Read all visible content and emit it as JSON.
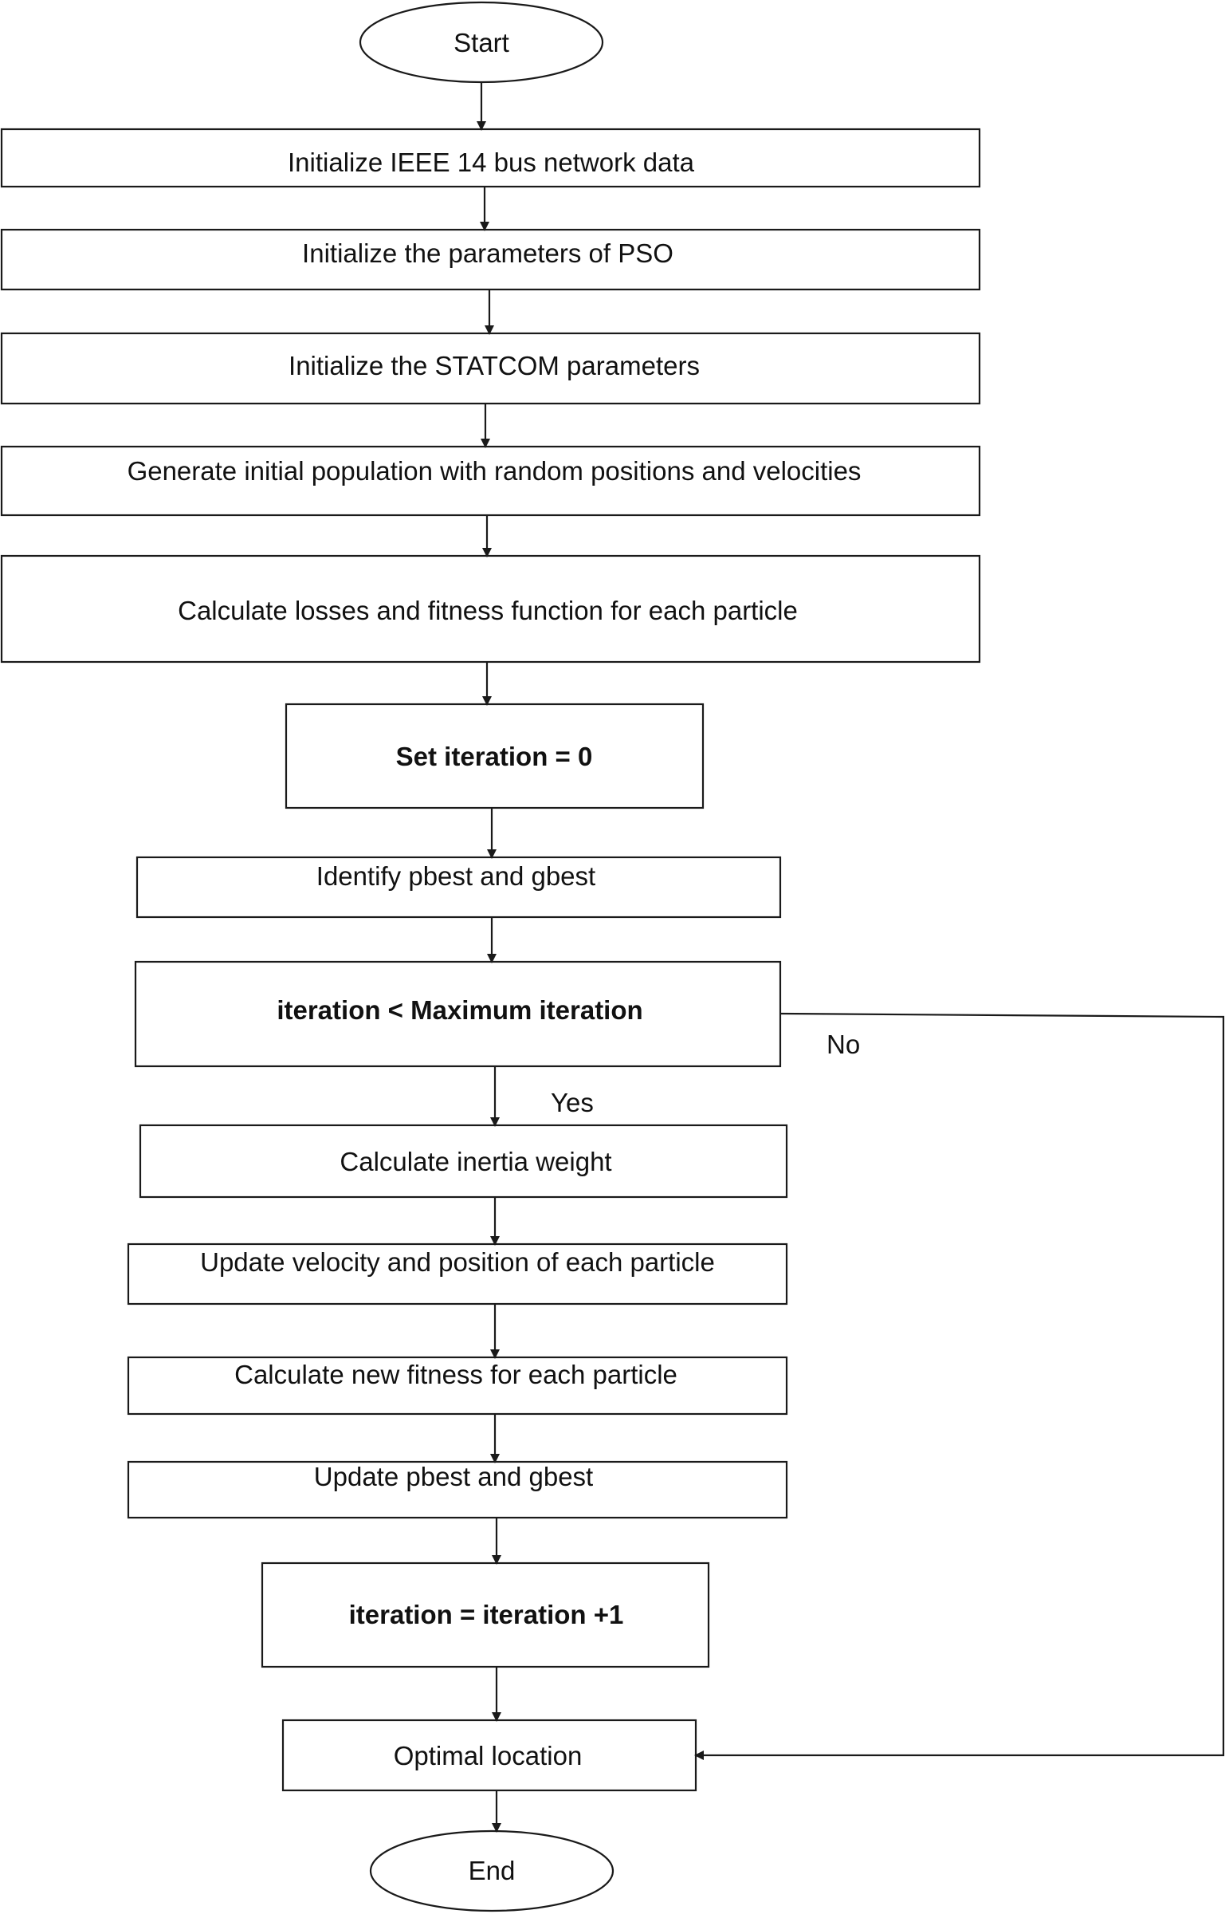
{
  "diagram": {
    "nodes": {
      "start": "Start",
      "init_network": "Initialize IEEE 14 bus network data",
      "init_pso": "Initialize the parameters of  PSO",
      "init_statcom": "Initialize the STATCOM  parameters",
      "gen_population": "Generate initial population with random  positions and velocities",
      "calc_losses": "Calculate losses and fitness function for each particle",
      "set_iteration": "Set iteration = 0",
      "identify_best": "Identify pbest and gbest",
      "check_iteration": "iteration < Maximum iteration",
      "calc_inertia": "Calculate inertia weight",
      "update_velocity": "Update velocity and position of each particle",
      "calc_new_fitness": "Calculate new fitness for each particle",
      "update_best": "Update pbest and gbest",
      "increment_iteration": "iteration = iteration +1",
      "optimal_location": "Optimal location",
      "end": "End"
    },
    "edge_labels": {
      "yes": "Yes",
      "no": "No"
    },
    "colors": {
      "line": "#1a1a1a",
      "background": "#ffffff"
    }
  }
}
